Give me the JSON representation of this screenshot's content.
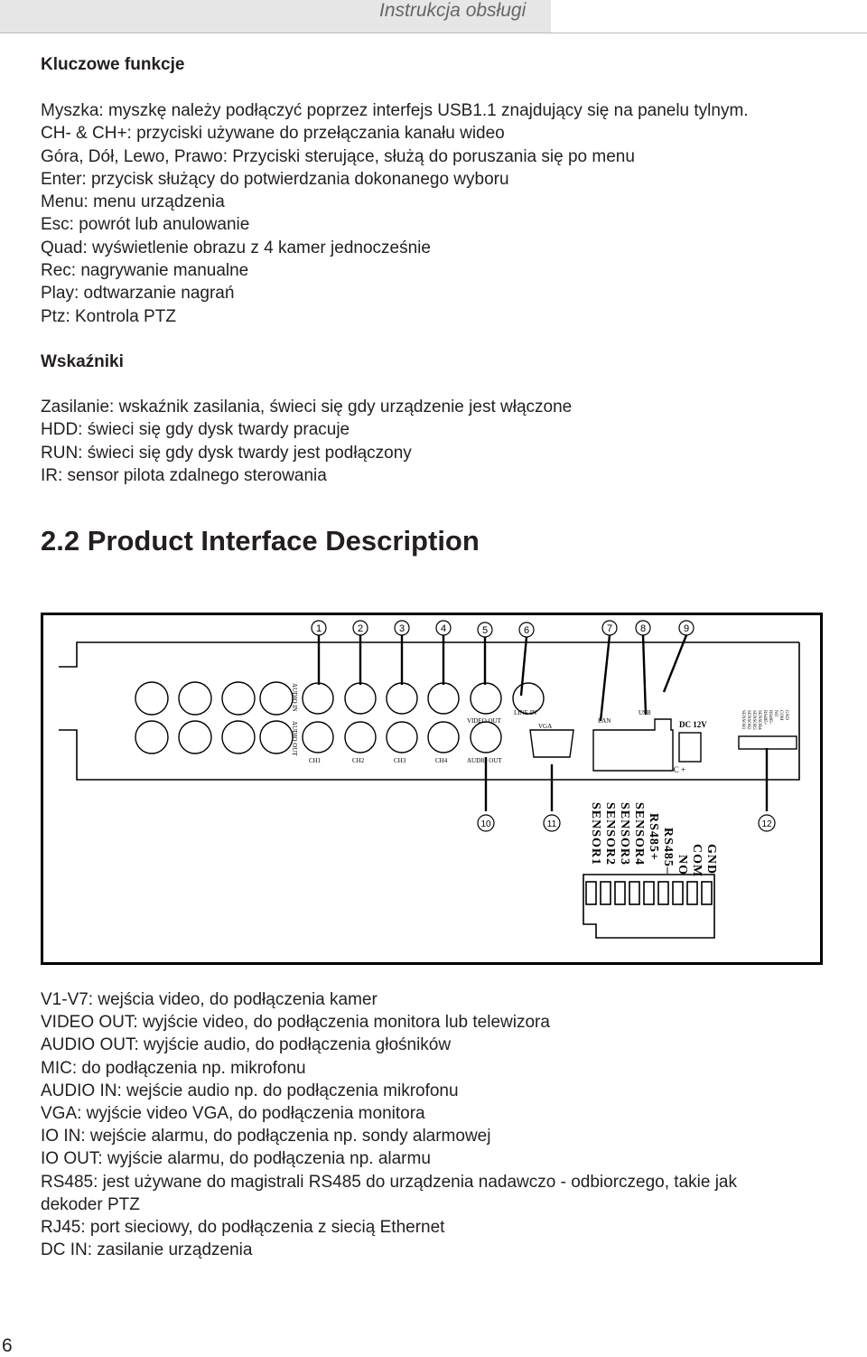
{
  "header": {
    "title": "Instrukcja obsługi"
  },
  "key_functions": {
    "heading": "Kluczowe funkcje",
    "lines": [
      "Myszka: myszkę należy podłączyć poprzez interfejs USB1.1 znajdujący się na panelu tylnym.",
      "CH- & CH+: przyciski używane do przełączania kanału wideo",
      "Góra, Dół, Lewo, Prawo: Przyciski sterujące, służą do poruszania się po menu",
      "Enter: przycisk służący do potwierdzania dokonanego wyboru",
      "Menu: menu urządzenia",
      "Esc: powrót lub anulowanie",
      "Quad: wyświetlenie obrazu z 4 kamer jednocześnie",
      "Rec: nagrywanie manualne",
      "Play: odtwarzanie nagrań",
      "Ptz: Kontrola PTZ"
    ]
  },
  "indicators": {
    "heading": "Wskaźniki",
    "lines": [
      "Zasilanie: wskaźnik zasilania, świeci się gdy urządzenie jest włączone",
      "HDD: świeci się gdy dysk twardy pracuje",
      "RUN: świeci się gdy dysk twardy jest podłączony",
      "IR: sensor pilota zdalnego sterowania"
    ]
  },
  "section_title": "2.2 Product Interface Description",
  "diagram": {
    "callouts_top": [
      "1",
      "2",
      "3",
      "4",
      "5",
      "6",
      "7",
      "8",
      "9"
    ],
    "callouts_bottom": [
      "10",
      "11",
      "12"
    ],
    "panel_labels": {
      "audio_in": "AUDIO IN",
      "audio_out_side": "AUDIO OUT",
      "video_out": "VIDEO OUT",
      "audio_out": "AUDIO OUT",
      "line_in": "LINE IN",
      "vga": "VGA",
      "lan": "LAN",
      "usb": "USB",
      "dc": "DC 12V",
      "polarity": "– C +"
    },
    "channels": [
      "CH1",
      "CH2",
      "CH3",
      "CH4"
    ],
    "terminal_labels": [
      "SENSOR1",
      "SENSOR2",
      "SENSOR3",
      "SENSOR4",
      "RS485+",
      "RS485–",
      "NO",
      "COM",
      "GND"
    ]
  },
  "descriptions": {
    "lines": [
      "V1-V7: wejścia video, do podłączenia kamer",
      "VIDEO OUT: wyjście video, do podłączenia monitora lub telewizora",
      "AUDIO OUT: wyjście audio, do podłączenia głośników",
      "MIC: do podłączenia np. mikrofonu",
      "AUDIO IN: wejście audio np. do podłączenia mikrofonu",
      "VGA: wyjście video VGA, do podłączenia monitora",
      "IO IN: wejście alarmu, do podłączenia np. sondy alarmowej",
      "IO OUT: wyjście alarmu, do podłączenia np. alarmu",
      "RS485: jest używane do magistrali RS485 do urządzenia nadawczo - odbiorczego, takie jak",
      "dekoder PTZ",
      "RJ45: port sieciowy, do podłączenia z siecią Ethernet",
      "DC IN: zasilanie urządzenia"
    ]
  },
  "page_number": "6"
}
